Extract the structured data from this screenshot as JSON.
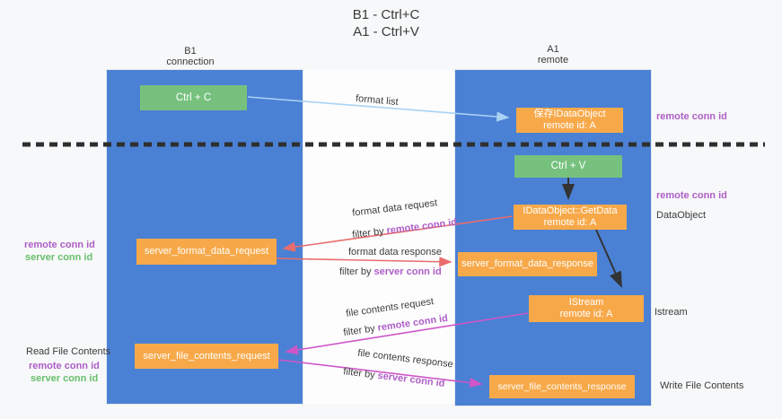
{
  "title": {
    "line1": "B1 - Ctrl+C",
    "line2": "A1 - Ctrl+V"
  },
  "lanes": {
    "left": {
      "name": "B1",
      "role": "connection"
    },
    "right": {
      "name": "A1",
      "role": "remote"
    }
  },
  "nodes": {
    "ctrl_c": {
      "label": "Ctrl + C"
    },
    "ctrl_v": {
      "label": "Ctrl + V"
    },
    "save_dataobject": {
      "line1": "保存IDataObject",
      "line2": "remote id: A"
    },
    "getdata": {
      "line1": "IDataObject::GetData",
      "line2": "remote id: A"
    },
    "istream": {
      "line1": "IStream",
      "line2": "remote id: A"
    },
    "format_request": {
      "label": "server_format_data_request"
    },
    "format_response": {
      "label": "server_format_data_response"
    },
    "file_request": {
      "label": "server_file_contents_request"
    },
    "file_response": {
      "label": "server_file_contents_response"
    }
  },
  "edges": {
    "format_list": {
      "label": "format list"
    },
    "format_request": {
      "label": "format data request",
      "filter_prefix": "filter by ",
      "filter_key": "remote conn id"
    },
    "format_response": {
      "label": "format data response",
      "filter_prefix": "filter by ",
      "filter_key": "server conn id"
    },
    "file_request": {
      "label": "file contents request",
      "filter_prefix": "filter by ",
      "filter_key": "remote conn id"
    },
    "file_response": {
      "label": "file contents response",
      "filter_prefix": "filter by ",
      "filter_key": "server conn id"
    }
  },
  "annotations": {
    "right_remote_conn_id_top": "remote conn id",
    "right_remote_conn_id_mid": "remote conn id",
    "dataobject": "DataObject",
    "istream": "Istream",
    "write_file_contents": "Write File Contents",
    "left_remote_conn_id_top": "remote conn id",
    "left_server_conn_id_top": "server conn id",
    "read_file_contents": "Read File Contents",
    "left_remote_conn_id_bottom": "remote conn id",
    "left_server_conn_id_bottom": "server conn id"
  },
  "colors": {
    "lane_blue": "#4a81d4",
    "node_green": "#77c17e",
    "node_orange": "#f7a94a",
    "arrow_red": "#e96c6c",
    "arrow_magenta": "#ce56c8",
    "arrow_light_blue": "#a9d2f2",
    "arrow_black": "#333333",
    "text_purple": "#ad5ec6",
    "text_green": "#67bf6b"
  }
}
